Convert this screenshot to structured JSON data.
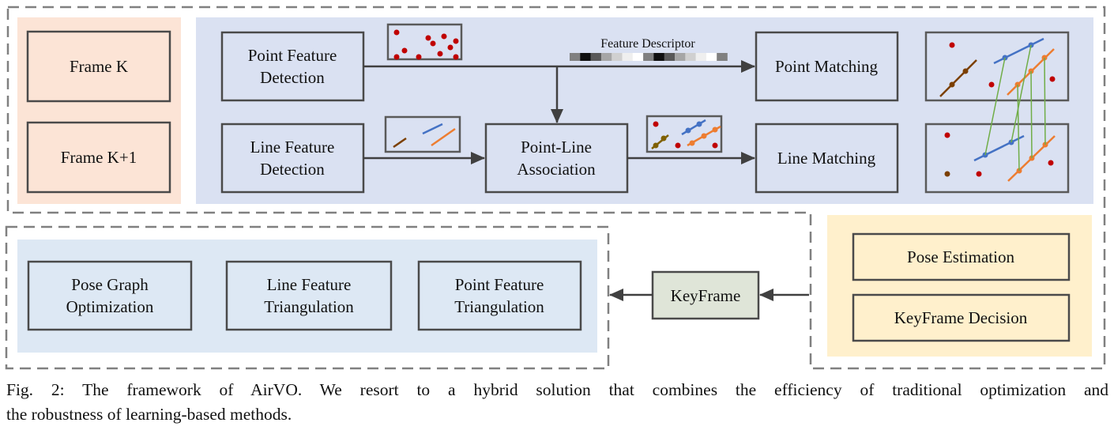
{
  "figure": {
    "groups": {
      "frames": {
        "color": "#fce4d6",
        "items": [
          {
            "id": "frame-k",
            "label": "Frame K"
          },
          {
            "id": "frame-k1",
            "label": "Frame K+1"
          }
        ]
      },
      "frontend": {
        "color": "#dae1f2",
        "items": [
          {
            "id": "point-detection",
            "label_line1": "Point Feature",
            "label_line2": "Detection"
          },
          {
            "id": "line-detection",
            "label_line1": "Line Feature",
            "label_line2": "Detection"
          },
          {
            "id": "association",
            "label_line1": "Point-Line",
            "label_line2": "Association"
          },
          {
            "id": "point-matching",
            "label": "Point Matching"
          },
          {
            "id": "line-matching",
            "label": "Line Matching"
          }
        ],
        "descriptor_label": "Feature Descriptor",
        "descriptor_cells": [
          "#808080",
          "#101010",
          "#595959",
          "#a6a6a6",
          "#d0d0d0",
          "#efefef",
          "#ffffff",
          "#808080",
          "#101010",
          "#595959",
          "#a6a6a6",
          "#d0d0d0",
          "#efefef",
          "#ffffff",
          "#808080"
        ]
      },
      "tracking": {
        "color": "#fff0cc",
        "items": [
          {
            "id": "pose-estimation",
            "label": "Pose Estimation"
          },
          {
            "id": "keyframe-decision",
            "label": "KeyFrame Decision"
          }
        ]
      },
      "keyframe": {
        "color": "#dfe5d8",
        "label": "KeyFrame"
      },
      "backend": {
        "color": "#dde8f4",
        "items": [
          {
            "id": "pose-graph",
            "label_line1": "Pose Graph",
            "label_line2": "Optimization"
          },
          {
            "id": "line-triangulation",
            "label_line1": "Line Feature",
            "label_line2": "Triangulation"
          },
          {
            "id": "point-triangulation",
            "label_line1": "Point Feature",
            "label_line2": "Triangulation"
          }
        ]
      }
    },
    "colors": {
      "box_border": "#4a4a4a",
      "dashed_border": "#808080",
      "point": "#c00000",
      "line_blue": "#4472c4",
      "line_orange": "#ed7d31",
      "line_brown": "#7b3f00",
      "line_olive": "#7f6000",
      "match_green": "#70ad47"
    }
  },
  "caption": {
    "line1": "Fig. 2: The framework of AirVO. We resort to a hybrid solution that combines the efficiency of traditional optimization and",
    "line2": "the robustness of learning-based methods."
  }
}
